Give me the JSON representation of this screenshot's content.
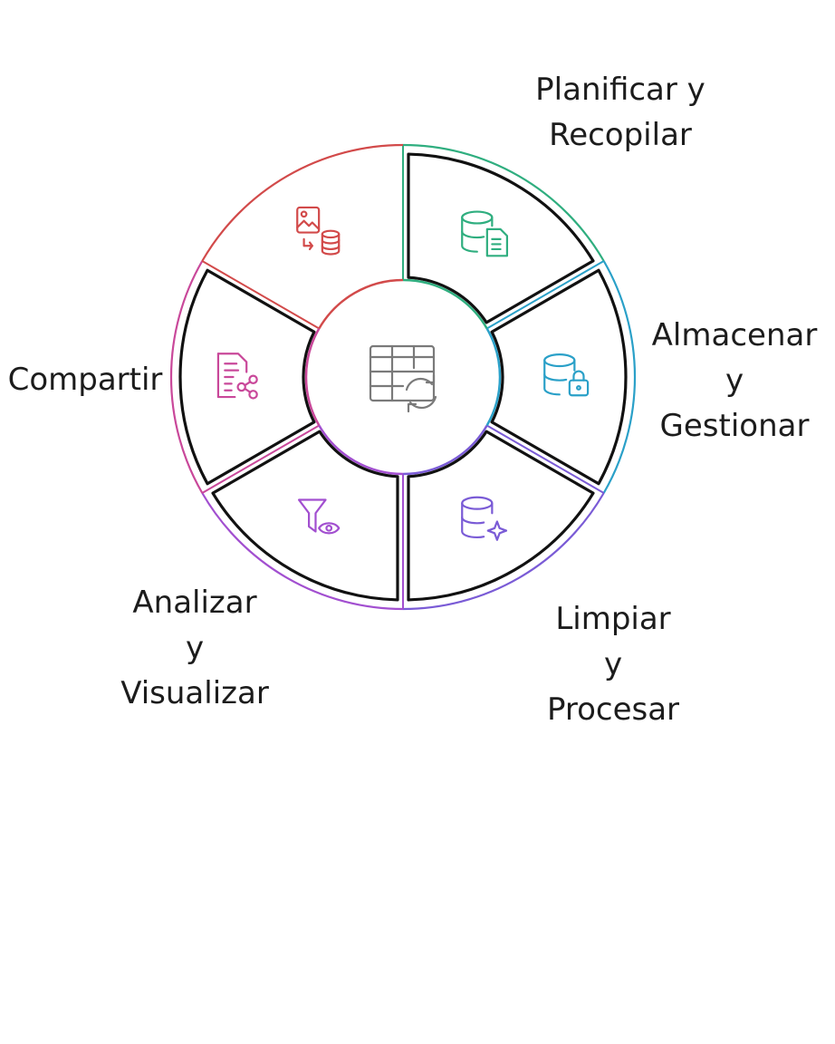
{
  "stages": [
    {
      "id": "plan",
      "lines": [
        "Planificar y",
        "Recopilar"
      ],
      "color": "#2fae7f",
      "icon": "database-document-icon",
      "highlighted": true
    },
    {
      "id": "store",
      "lines": [
        "Almacenar",
        "y",
        "Gestionar"
      ],
      "color": "#2aa0c8",
      "icon": "database-lock-icon",
      "highlighted": true
    },
    {
      "id": "clean",
      "lines": [
        "Limpiar",
        "y",
        "Procesar"
      ],
      "color": "#7a5bd6",
      "icon": "database-sparkle-icon",
      "highlighted": true
    },
    {
      "id": "analyze",
      "lines": [
        "Analizar",
        "y",
        "Visualizar"
      ],
      "color": "#a24fd0",
      "icon": "filter-eye-icon",
      "highlighted": true
    },
    {
      "id": "share",
      "lines": [
        "Compartir"
      ],
      "color": "#c9489a",
      "icon": "document-share-icon",
      "highlighted": true
    },
    {
      "id": "collect",
      "lines": [],
      "color": "#d24a4a",
      "icon": "image-to-database-icon",
      "highlighted": false
    }
  ],
  "center": {
    "icon": "table-refresh-icon",
    "color": "#7a7a7a"
  }
}
